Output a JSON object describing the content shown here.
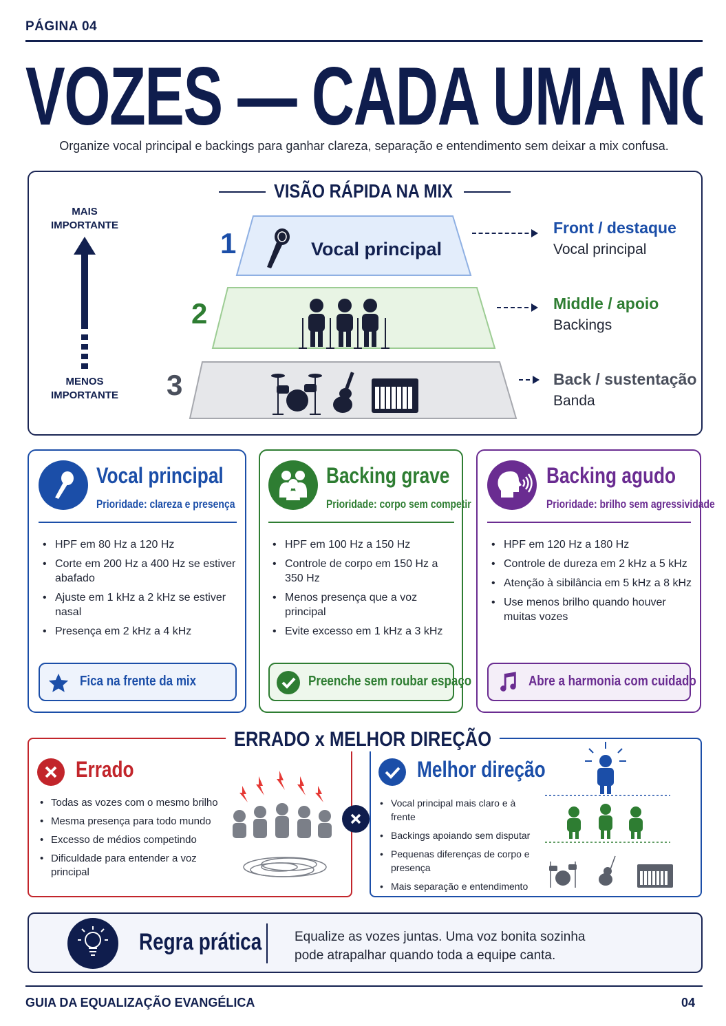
{
  "header": {
    "page_label": "PÁGINA 04",
    "title": "VOZES — CADA UMA NO SEU ESPAÇO",
    "subtitle": "Organize vocal principal e backings para ganhar clareza, separação e entendimento sem deixar a mix confusa."
  },
  "visao": {
    "title": "VISÃO RÁPIDA NA MIX",
    "top_label": "MAIS IMPORTANTE",
    "bottom_label": "MENOS IMPORTANTE",
    "levels": [
      {
        "num": "1",
        "label": "Vocal principal",
        "right_title": "Front / destaque",
        "right_sub": "Vocal principal",
        "color": "#1b4ea8",
        "icon": "microphone-icon"
      },
      {
        "num": "2",
        "label": "",
        "right_title": "Middle / apoio",
        "right_sub": "Backings",
        "color": "#2e7d32",
        "icon": "backing-singers-icon"
      },
      {
        "num": "3",
        "label": "",
        "right_title": "Back / sustentação",
        "right_sub": "Banda",
        "color": "#4a4f5c",
        "icon": "band-instruments-icon"
      }
    ]
  },
  "cards": [
    {
      "title": "Vocal principal",
      "priority": "Prioridade: clareza e presença",
      "color": "#1b4ea8",
      "icon": "microphone-icon",
      "items": [
        "HPF em 80 Hz a 120 Hz",
        "Corte em 200 Hz a 400 Hz se estiver abafado",
        "Ajuste em 1 kHz a 2 kHz se estiver nasal",
        "Presença em 2 kHz a 4 kHz"
      ],
      "footer": "Fica na frente da mix",
      "footer_icon": "star-icon"
    },
    {
      "title": "Backing grave",
      "priority": "Prioridade: corpo sem competir",
      "color": "#2e7d32",
      "icon": "group-singers-icon",
      "items": [
        "HPF em 100 Hz a 150 Hz",
        "Controle de corpo em 150 Hz a 350 Hz",
        "Menos presença que a voz principal",
        "Evite excesso em 1 kHz a 3 kHz"
      ],
      "footer": "Preenche sem roubar espaço",
      "footer_icon": "check-icon"
    },
    {
      "title": "Backing agudo",
      "priority": "Prioridade: brilho sem agressividade",
      "color": "#6a2c91",
      "icon": "singing-head-icon",
      "items": [
        "HPF em 120 Hz a 180 Hz",
        "Controle de dureza em 2 kHz a 5 kHz",
        "Atenção à sibilância em 5 kHz a 8 kHz",
        "Use menos brilho quando houver muitas vozes"
      ],
      "footer": "Abre a harmonia com cuidado",
      "footer_icon": "music-note-icon"
    }
  ],
  "comparison": {
    "title": "ERRADO x MELHOR DIREÇÃO",
    "wrong": {
      "title": "Errado",
      "color": "#c2252b",
      "items": [
        "Todas as vozes com o mesmo brilho",
        "Mesma presença para todo mundo",
        "Excesso de médios competindo",
        "Dificuldade para entender a voz principal"
      ]
    },
    "better": {
      "title": "Melhor direção",
      "color": "#1b4ea8",
      "items": [
        "Vocal principal mais claro e à frente",
        "Backings apoiando sem disputar",
        "Pequenas diferenças de corpo e presença",
        "Mais separação e entendimento"
      ]
    }
  },
  "regra": {
    "title": "Regra prática",
    "text_line1": "Equalize as vozes juntas. Uma voz bonita sozinha",
    "text_line2": "pode atrapalhar quando toda a equipe canta."
  },
  "footer": {
    "left": "GUIA DA EQUALIZAÇÃO EVANGÉLICA",
    "right": "04"
  }
}
